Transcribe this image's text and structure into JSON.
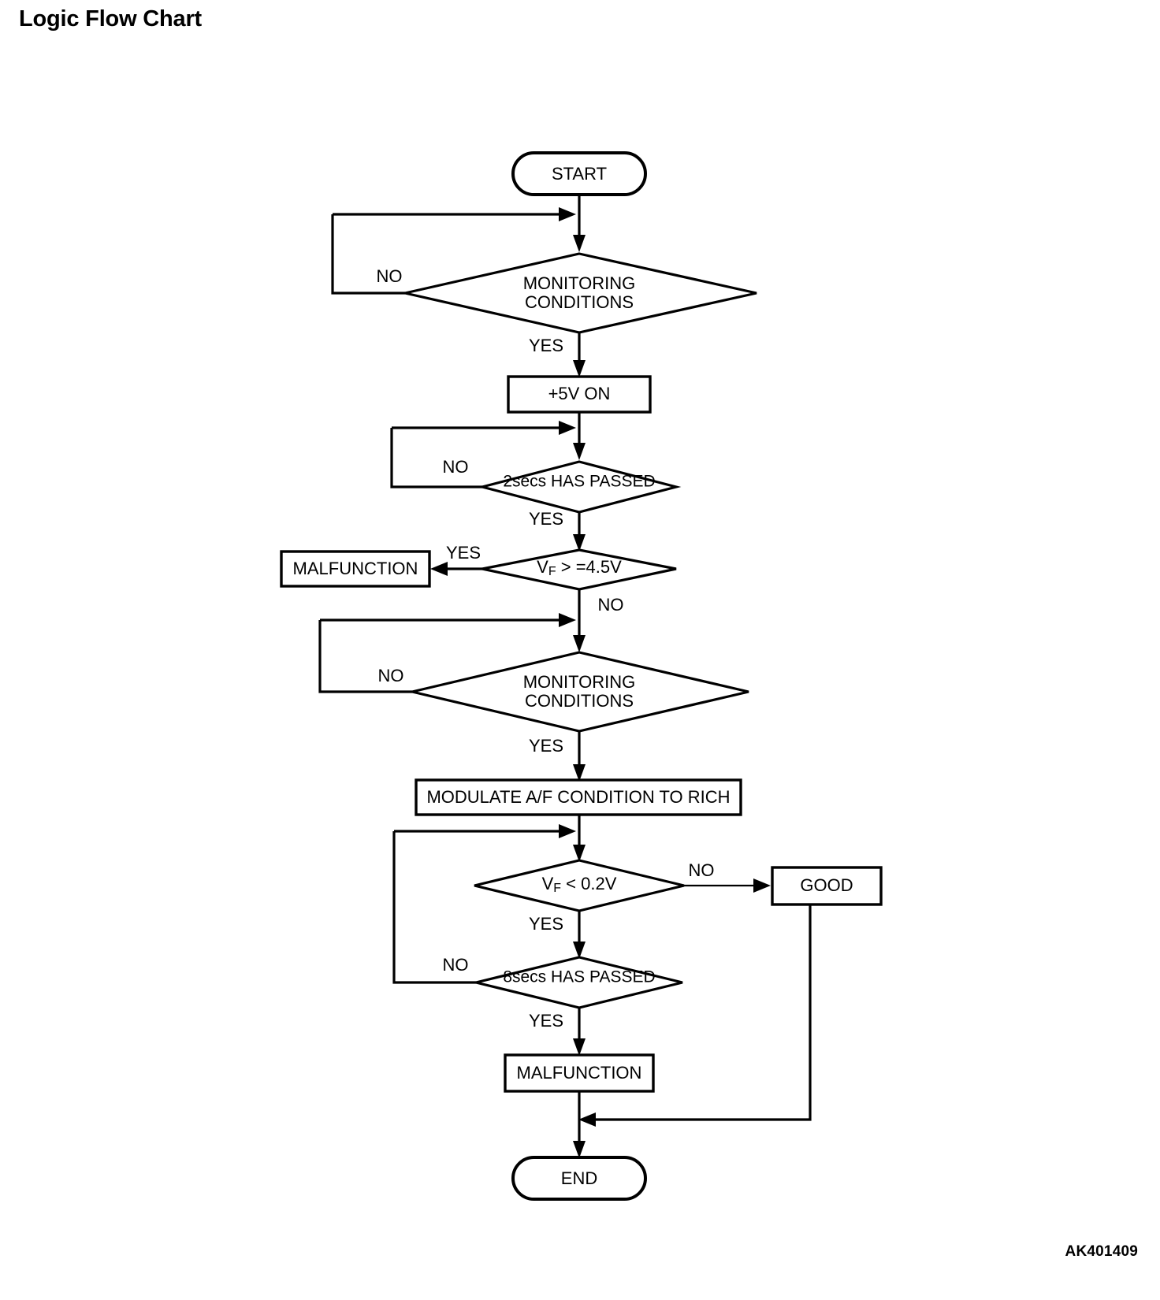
{
  "page": {
    "title": "Logic Flow Chart",
    "figure_id": "AK401409",
    "background_color": "#ffffff",
    "line_color": "#000000"
  },
  "chart_data": {
    "type": "diagram",
    "diagram_kind": "flowchart",
    "title": "Logic Flow Chart",
    "orientation": "top-to-bottom",
    "nodes": [
      {
        "id": "start",
        "shape": "terminal",
        "label": "START"
      },
      {
        "id": "mon1",
        "shape": "decision",
        "label": "MONITORING CONDITIONS",
        "line1": "MONITORING",
        "line2": "CONDITIONS"
      },
      {
        "id": "v5on",
        "shape": "process",
        "label": "+5V ON"
      },
      {
        "id": "sec2",
        "shape": "decision",
        "label": "2secs HAS PASSED"
      },
      {
        "id": "vf45",
        "shape": "decision",
        "label": "VF > =4.5V",
        "prefix": "V",
        "subscript": "F",
        "suffix": " > =4.5V"
      },
      {
        "id": "malf1",
        "shape": "process",
        "label": "MALFUNCTION"
      },
      {
        "id": "mon2",
        "shape": "decision",
        "label": "MONITORING CONDITIONS",
        "line1": "MONITORING",
        "line2": "CONDITIONS"
      },
      {
        "id": "modulate",
        "shape": "process",
        "label": "MODULATE A/F CONDITION TO RICH"
      },
      {
        "id": "vf02",
        "shape": "decision",
        "label": "VF < 0.2V",
        "prefix": "V",
        "subscript": "F",
        "suffix": " < 0.2V"
      },
      {
        "id": "good",
        "shape": "process",
        "label": "GOOD"
      },
      {
        "id": "sec8",
        "shape": "decision",
        "label": "8secs HAS PASSED"
      },
      {
        "id": "malf2",
        "shape": "process",
        "label": "MALFUNCTION"
      },
      {
        "id": "end",
        "shape": "terminal",
        "label": "END"
      }
    ],
    "edges": [
      {
        "from": "start",
        "to": "mon1",
        "label": ""
      },
      {
        "from": "mon1",
        "to": "mon1",
        "label": "NO",
        "route": "loop-left-up"
      },
      {
        "from": "mon1",
        "to": "v5on",
        "label": "YES"
      },
      {
        "from": "v5on",
        "to": "sec2",
        "label": ""
      },
      {
        "from": "sec2",
        "to": "sec2",
        "label": "NO",
        "route": "loop-left-up"
      },
      {
        "from": "sec2",
        "to": "vf45",
        "label": "YES"
      },
      {
        "from": "vf45",
        "to": "malf1",
        "label": "YES",
        "route": "left"
      },
      {
        "from": "vf45",
        "to": "mon2",
        "label": "NO"
      },
      {
        "from": "mon2",
        "to": "mon2",
        "label": "NO",
        "route": "loop-left-up"
      },
      {
        "from": "mon2",
        "to": "modulate",
        "label": "YES"
      },
      {
        "from": "modulate",
        "to": "vf02",
        "label": ""
      },
      {
        "from": "vf02",
        "to": "good",
        "label": "NO",
        "route": "right"
      },
      {
        "from": "vf02",
        "to": "sec8",
        "label": "YES"
      },
      {
        "from": "sec8",
        "to": "vf02",
        "label": "NO",
        "route": "loop-left-up"
      },
      {
        "from": "sec8",
        "to": "malf2",
        "label": "YES"
      },
      {
        "from": "malf2",
        "to": "end",
        "label": ""
      },
      {
        "from": "good",
        "to": "end",
        "label": "",
        "route": "right-down-merge"
      }
    ],
    "branch_labels": {
      "yes": "YES",
      "no": "NO"
    }
  },
  "labels": {
    "start": "START",
    "monitoring_line1": "MONITORING",
    "monitoring_line2": "CONDITIONS",
    "v5_on": "+5V ON",
    "secs2": "2secs HAS PASSED",
    "vf_prefix": "V",
    "vf_sub": "F",
    "vf45_suffix": " > =4.5V",
    "vf02_suffix": " < 0.2V",
    "malfunction": "MALFUNCTION",
    "modulate": "MODULATE A/F CONDITION TO RICH",
    "good": "GOOD",
    "secs8": "8secs HAS PASSED",
    "end": "END",
    "yes": "YES",
    "no": "NO"
  }
}
